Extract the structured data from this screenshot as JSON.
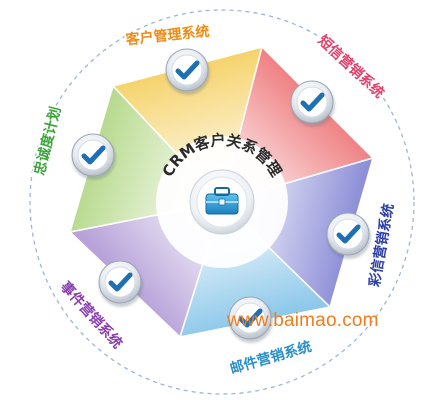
{
  "diagram": {
    "center_title": "CRM客户关系管理",
    "center_icon": "briefcase-icon",
    "segments": [
      {
        "label": "客户管理系统",
        "color": "#f5d36c",
        "label_color": "#f08c14",
        "icon": "checkmark-icon"
      },
      {
        "label": "短信营销系统",
        "color": "#ef8183",
        "label_color": "#e0406a",
        "icon": "checkmark-icon"
      },
      {
        "label": "彩信营销系统",
        "color": "#8d8fd8",
        "label_color": "#2c3fa6",
        "icon": "checkmark-icon"
      },
      {
        "label": "邮件营销系统",
        "color": "#8dc8ea",
        "label_color": "#2a8fc9",
        "icon": "checkmark-icon"
      },
      {
        "label": "事件营销系统",
        "color": "#b7a2d9",
        "label_color": "#8a3fb0",
        "icon": "checkmark-icon"
      },
      {
        "label": "忠诚度计划",
        "color": "#b8da8f",
        "label_color": "#3aa53a",
        "icon": "checkmark-icon"
      }
    ]
  },
  "watermark": "www.baimao.com"
}
